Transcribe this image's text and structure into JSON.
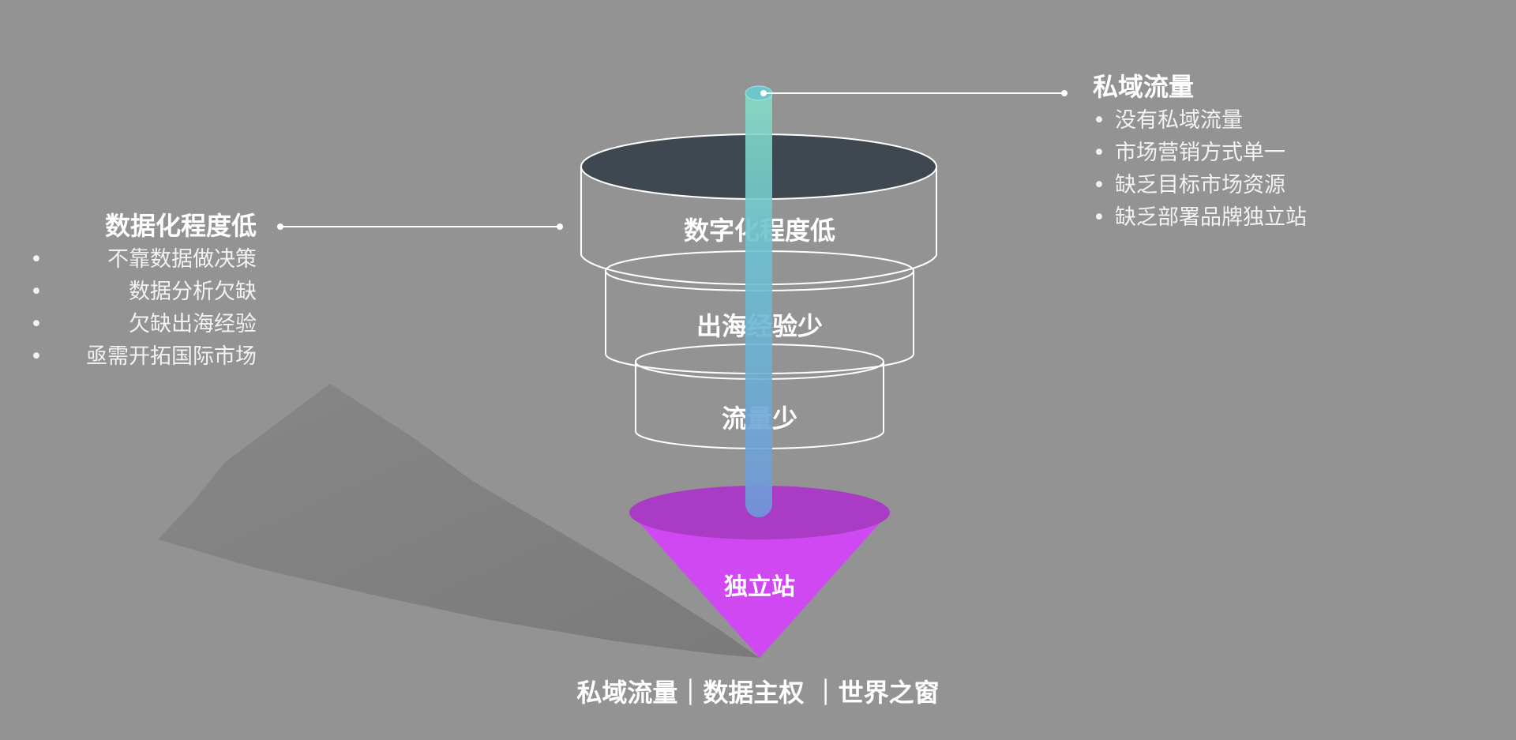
{
  "funnel": {
    "layers": [
      {
        "id": "top",
        "label": "数字化程度低"
      },
      {
        "id": "middle",
        "label": "出海经验少"
      },
      {
        "id": "bottom",
        "label": "流量少"
      }
    ],
    "cone_label": "独立站"
  },
  "callouts": {
    "right": {
      "title": "私域流量",
      "items": [
        "没有私域流量",
        "市场营销方式单一",
        "缺乏目标市场资源",
        "缺乏部署品牌独立站"
      ]
    },
    "left": {
      "title": "数据化程度低",
      "items": [
        "不靠数据做决策",
        "数据分析欠缺",
        "欠缺出海经验",
        "亟需开拓国际市场"
      ]
    }
  },
  "footer": {
    "tagline": "私域流量｜数据主权 ｜世界之窗"
  },
  "colors": {
    "background": "#939393",
    "funnel_top_fill": "#3f4750",
    "cone_top": "#a93bc4",
    "cone_body": "#d048f2",
    "pipe_top": "#7fd6c0",
    "pipe_bottom": "#6b9ad8"
  }
}
